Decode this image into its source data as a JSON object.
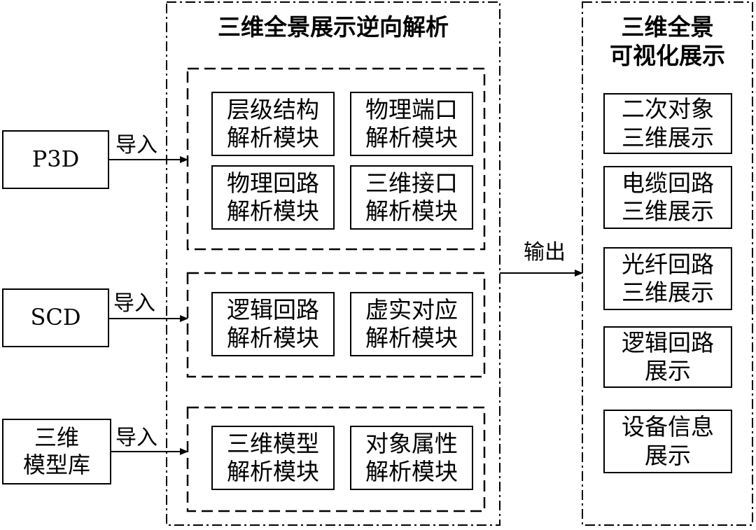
{
  "panels": {
    "parse_title": "三维全景展示逆向解析",
    "display_title": [
      "三维全景",
      "可视化展示"
    ]
  },
  "inputs": [
    {
      "lines": [
        "P3D"
      ],
      "arrow_label": "导入"
    },
    {
      "lines": [
        "SCD"
      ],
      "arrow_label": "导入"
    },
    {
      "lines": [
        "三维",
        "模型库"
      ],
      "arrow_label": "导入"
    }
  ],
  "groups": [
    {
      "modules": [
        {
          "lines": [
            "层级结构",
            "解析模块"
          ]
        },
        {
          "lines": [
            "物理端口",
            "解析模块"
          ]
        },
        {
          "lines": [
            "物理回路",
            "解析模块"
          ]
        },
        {
          "lines": [
            "三维接口",
            "解析模块"
          ]
        }
      ]
    },
    {
      "modules": [
        {
          "lines": [
            "逻辑回路",
            "解析模块"
          ]
        },
        {
          "lines": [
            "虚实对应",
            "解析模块"
          ]
        }
      ]
    },
    {
      "modules": [
        {
          "lines": [
            "三维模型",
            "解析模块"
          ]
        },
        {
          "lines": [
            "对象属性",
            "解析模块"
          ]
        }
      ]
    }
  ],
  "output_label": "输出",
  "outputs": [
    {
      "lines": [
        "二次对象",
        "三维展示"
      ]
    },
    {
      "lines": [
        "电缆回路",
        "三维展示"
      ]
    },
    {
      "lines": [
        "光纤回路",
        "三维展示"
      ]
    },
    {
      "lines": [
        "逻辑回路",
        "展示"
      ]
    },
    {
      "lines": [
        "设备信息",
        "展示"
      ]
    }
  ]
}
